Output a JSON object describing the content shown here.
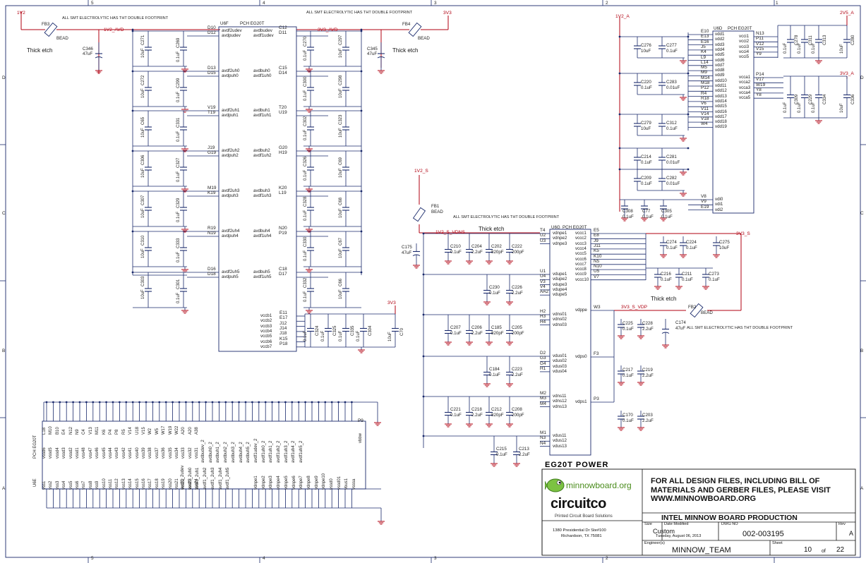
{
  "frame": {
    "col_labels": [
      "5",
      "4",
      "3",
      "2",
      "1"
    ],
    "row_labels": [
      "D",
      "C",
      "B",
      "A"
    ]
  },
  "notes": {
    "smt_double": "ALL SMT ELECTROLYTIC HAS THT DOUBLE FOOTPRINT",
    "thick_etch": "Thick etch"
  },
  "rails": {
    "v1v2": "1V2",
    "v1v2_avd": "1V2_AVD",
    "v3v3": "3V3",
    "v3v3_avd": "3V3_AVD",
    "v1v2_a": "1V2_A",
    "v2v5_a": "2V5_A",
    "v3v3_a": "3V3_A",
    "v1v2_s": "1V2_S",
    "v1v2_s_vdns": "1V2_S_VDNS",
    "v3v3_s": "3V3_S",
    "v3v3_s_vdp": "3V3_S_VDP"
  },
  "beads": {
    "fb3": "FB3",
    "fb4": "FB4",
    "fb1": "FB1",
    "fb2": "FB2",
    "bead": "BEAD"
  },
  "parts": {
    "u6f": "U6F",
    "u6d": "U6D",
    "u6g": "U6G",
    "u6e": "U6E",
    "pch": "PCH EG20T"
  },
  "left_caps": {
    "c346": "C346",
    "c346_val": "47uF",
    "c345": "C345",
    "c345_val": "47uF",
    "c175": "C175",
    "c175_val": "47uF",
    "c174": "C174",
    "c174_val": "47uF"
  },
  "u6f_pins_left": [
    {
      "ball": "D10",
      "name": "avdf2udev"
    },
    {
      "ball": "D12",
      "name": "avdpudev"
    },
    {
      "ball": "D13",
      "name": "avdf2uh0"
    },
    {
      "ball": "D15",
      "name": "avdpuh0"
    },
    {
      "ball": "V19",
      "name": "avdf2uh1"
    },
    {
      "ball": "T19",
      "name": "avdpuh1"
    },
    {
      "ball": "J19",
      "name": "avdf2uh2"
    },
    {
      "ball": "G19",
      "name": "avdpuh2"
    },
    {
      "ball": "M19",
      "name": "avdf2uh3"
    },
    {
      "ball": "K19",
      "name": "avdpuh3"
    },
    {
      "ball": "R19",
      "name": "avdf2uh4"
    },
    {
      "ball": "N19",
      "name": "avdpuh4"
    },
    {
      "ball": "D16",
      "name": "avdf2uh5"
    },
    {
      "ball": "D18",
      "name": "avdpuh5"
    }
  ],
  "u6f_pins_right": [
    {
      "ball": "C12",
      "name": "avdbudev"
    },
    {
      "ball": "D11",
      "name": "avdf1udev"
    },
    {
      "ball": "C15",
      "name": "avdbuh0"
    },
    {
      "ball": "D14",
      "name": "avdf1uh0"
    },
    {
      "ball": "T20",
      "name": "avdbuh1"
    },
    {
      "ball": "U19",
      "name": "avdf1uh1"
    },
    {
      "ball": "G20",
      "name": "avdbuh2"
    },
    {
      "ball": "H19",
      "name": "avdf1uh2"
    },
    {
      "ball": "K20",
      "name": "avdbuh3"
    },
    {
      "ball": "L19",
      "name": "avdf1uh3"
    },
    {
      "ball": "N20",
      "name": "avdbuh4"
    },
    {
      "ball": "P19",
      "name": "avdf1uh4"
    },
    {
      "ball": "C18",
      "name": "avdbuh5"
    },
    {
      "ball": "D17",
      "name": "avdf1uh5"
    }
  ],
  "u6f_vccb": [
    {
      "ball": "E11",
      "name": "vccb1"
    },
    {
      "ball": "E17",
      "name": "vccb2"
    },
    {
      "ball": "J12",
      "name": "vccb3"
    },
    {
      "ball": "J14",
      "name": "vccb4"
    },
    {
      "ball": "J18",
      "name": "vccb5"
    },
    {
      "ball": "K15",
      "name": "vccb6"
    },
    {
      "ball": "P18",
      "name": "vccb7"
    }
  ],
  "left_col_caps": [
    {
      "a": "10uF",
      "b": "C271",
      "c": "C269",
      "d": "0.1uF"
    },
    {
      "a": "10uF",
      "b": "C272",
      "c": "C299",
      "d": "0.1uF"
    },
    {
      "a": "10uF",
      "b": "C65",
      "c": "C331",
      "d": "0.1uF"
    },
    {
      "a": "10uF",
      "b": "C306",
      "c": "C327",
      "d": "0.1uF"
    },
    {
      "a": "10uF",
      "b": "C307",
      "c": "C329",
      "d": "0.1uF"
    },
    {
      "a": "10uF",
      "b": "C310",
      "c": "C333",
      "d": "0.1uF"
    },
    {
      "a": "10uF",
      "b": "C303",
      "c": "C301",
      "d": "0.1uF"
    }
  ],
  "right_col_caps": [
    {
      "a": "C270",
      "b": "0.1uF",
      "c": "10uF",
      "d": "C297"
    },
    {
      "a": "C300",
      "b": "0.1uF",
      "c": "10uF",
      "d": "C298"
    },
    {
      "a": "C302",
      "b": "0.1uF",
      "c": "10uF",
      "d": "C323"
    },
    {
      "a": "C326",
      "b": "0.1uF",
      "c": "10uF",
      "d": "C69"
    },
    {
      "a": "C328",
      "b": "0.1uF",
      "c": "10uF",
      "d": "C68"
    },
    {
      "a": "C330",
      "b": "0.1uF",
      "c": "10uF",
      "d": "C67"
    },
    {
      "a": "C332",
      "b": "0.1uF",
      "c": "10uF",
      "d": "C66"
    }
  ],
  "vccb_caps": [
    {
      "name": "C324",
      "val": "0.1uF"
    },
    {
      "name": "C325",
      "val": "0.1uF"
    },
    {
      "name": "C335",
      "val": "0.1uF"
    },
    {
      "name": "C304",
      "val": "0.1uF"
    },
    {
      "name": "C70",
      "val": "10uF"
    }
  ],
  "u6d_pins": [
    {
      "ball": "E10",
      "name": "vdd1"
    },
    {
      "ball": "E13",
      "name": "vdd2"
    },
    {
      "ball": "E16",
      "name": "vdd3"
    },
    {
      "ball": "J5",
      "name": "vdd4"
    },
    {
      "ball": "K4",
      "name": "vdd5"
    },
    {
      "ball": "L9",
      "name": "vdd6"
    },
    {
      "ball": "L14",
      "name": "vdd7"
    },
    {
      "ball": "M5",
      "name": "vdd8"
    },
    {
      "ball": "M9",
      "name": "vdd9"
    },
    {
      "ball": "M14",
      "name": "vdd10"
    },
    {
      "ball": "M18",
      "name": "vdd11"
    },
    {
      "ball": "P12",
      "name": "vdd12"
    },
    {
      "ball": "R4",
      "name": "vdd13"
    },
    {
      "ball": "R18",
      "name": "vdd14"
    },
    {
      "ball": "V6",
      "name": "vdd15"
    },
    {
      "ball": "V11",
      "name": "vdd16"
    },
    {
      "ball": "V14",
      "name": "vdd17"
    },
    {
      "ball": "V18",
      "name": "vdd18"
    },
    {
      "ball": "W4",
      "name": "vdd19"
    }
  ],
  "u6d_vdi": [
    {
      "ball": "V8",
      "name": "vdi0"
    },
    {
      "ball": "V9",
      "name": "vdi1"
    },
    {
      "ball": "E19",
      "name": "vdi2"
    }
  ],
  "u6d_vcci": [
    {
      "ball": "N13",
      "name": "vcci1"
    },
    {
      "ball": "P11",
      "name": "vcci2"
    },
    {
      "ball": "V12",
      "name": "vcci3"
    },
    {
      "ball": "V15",
      "name": "vcci4"
    },
    {
      "ball": "Y9",
      "name": "vcci5"
    }
  ],
  "u6d_vcca": [
    {
      "ball": "P14",
      "name": "vcca1"
    },
    {
      "ball": "V17",
      "name": "vcca2"
    },
    {
      "ball": "W19",
      "name": "vcca3"
    },
    {
      "ball": "Y8",
      "name": "vcca4"
    },
    {
      "ball": "Y8",
      "name": "vcca5"
    }
  ],
  "u6d_caps": [
    {
      "a": "C276",
      "b": "10uF",
      "c": "C277",
      "d": "0.1uF"
    },
    {
      "a": "C220",
      "b": "0.1uF",
      "c": "C283",
      "d": "0.01uF"
    },
    {
      "a": "C279",
      "b": "10uF",
      "c": "C312",
      "d": "0.1uF"
    },
    {
      "a": "C214",
      "b": "0.1uF",
      "c": "C281",
      "d": "0.01uF"
    },
    {
      "a": "C209",
      "b": "0.1uF",
      "c": "C282",
      "d": "0.01uF"
    }
  ],
  "u6d_bottom_caps": [
    {
      "name": "C308",
      "val": "0.1uF"
    },
    {
      "name": "C77",
      "val": "0.1uF"
    },
    {
      "name": "C305",
      "val": "0.1uF"
    }
  ],
  "vcci_caps": [
    {
      "name": "C278",
      "val": "0.1uF"
    },
    {
      "name": "C311",
      "val": "0.1uF"
    },
    {
      "name": "C313",
      "val": "0.1uF"
    },
    {
      "name": "C280",
      "val": "10uF"
    }
  ],
  "vcca_caps": [
    {
      "name": "C309",
      "val": "0.1uF"
    },
    {
      "name": "C229",
      "val": "0.1uF"
    },
    {
      "name": "C334",
      "val": "0.1uF"
    },
    {
      "name": "C336",
      "val": "10uF"
    }
  ],
  "u6g_groups": [
    {
      "pins": [
        {
          "ball": "T4",
          "name": "vdnpe1"
        },
        {
          "ball": "U2",
          "name": "vdnpe2"
        },
        {
          "ball": "U3",
          "name": "vdnpe3"
        }
      ]
    },
    {
      "pins": [
        {
          "ball": "U1",
          "name": "vdupe1"
        },
        {
          "ball": "U4",
          "name": "vdupe2"
        },
        {
          "ball": "V3",
          "name": "vdupe3"
        },
        {
          "ball": "V4",
          "name": "vdupe4"
        },
        {
          "ball": "AA2",
          "name": "vdupe5"
        }
      ]
    },
    {
      "pins": [
        {
          "ball": "H2",
          "name": "vdns01"
        },
        {
          "ball": "H3",
          "name": "vdns02"
        },
        {
          "ball": "H4",
          "name": "vdns03"
        }
      ]
    },
    {
      "pins": [
        {
          "ball": "D2",
          "name": "vdus01"
        },
        {
          "ball": "G3",
          "name": "vdus02"
        },
        {
          "ball": "G4",
          "name": "vdus03"
        },
        {
          "ball": "H1",
          "name": "vdus04"
        }
      ]
    },
    {
      "pins": [
        {
          "ball": "M2",
          "name": "vdns11"
        },
        {
          "ball": "M3",
          "name": "vdns12"
        },
        {
          "ball": "M4",
          "name": "vdns13"
        }
      ]
    },
    {
      "pins": [
        {
          "ball": "M1",
          "name": "vdus11"
        },
        {
          "ball": "N3",
          "name": "vdus12"
        },
        {
          "ball": "N4",
          "name": "vdus13"
        }
      ]
    }
  ],
  "u6g_right": [
    {
      "ball": "E5",
      "name": "vccc1"
    },
    {
      "ball": "E8",
      "name": "vccc2"
    },
    {
      "ball": "J9",
      "name": "vccc3"
    },
    {
      "ball": "J11",
      "name": "vccc4"
    },
    {
      "ball": "K5",
      "name": "vccc5"
    },
    {
      "ball": "K10",
      "name": "vccc6"
    },
    {
      "ball": "N5",
      "name": "vccc7"
    },
    {
      "ball": "N10",
      "name": "vccc8"
    },
    {
      "ball": "U5",
      "name": "vccc9"
    },
    {
      "ball": "V7",
      "name": "vccc10"
    }
  ],
  "u6g_vdp": [
    {
      "ball": "W3",
      "name": "vdppe"
    },
    {
      "ball": "F3",
      "name": "vdps0"
    },
    {
      "ball": "P3",
      "name": "vdps1"
    }
  ],
  "u6g_caps": [
    {
      "name": "C210",
      "val": "0.1uF"
    },
    {
      "name": "C204",
      "val": "2.2uF"
    },
    {
      "name": "C202",
      "val": "820pF"
    },
    {
      "name": "C222",
      "val": "200pF"
    },
    {
      "name": "C230",
      "val": "0.1uF"
    },
    {
      "name": "C226",
      "val": "2.2uF"
    },
    {
      "name": "C207",
      "val": "0.1uF"
    },
    {
      "name": "C206",
      "val": "2.2uF"
    },
    {
      "name": "C185",
      "val": "820pF"
    },
    {
      "name": "C205",
      "val": "200pF"
    },
    {
      "name": "C184",
      "val": "0.1uF"
    },
    {
      "name": "C223",
      "val": "2.2uF"
    },
    {
      "name": "C221",
      "val": "0.1uF"
    },
    {
      "name": "C218",
      "val": "2.2uF"
    },
    {
      "name": "C212",
      "val": "820pF"
    },
    {
      "name": "C208",
      "val": "200pF"
    },
    {
      "name": "C215",
      "val": "0.1uF"
    },
    {
      "name": "C213",
      "val": "2.2uF"
    }
  ],
  "vccc_caps": [
    {
      "name": "C274",
      "val": "0.1uF"
    },
    {
      "name": "C224",
      "val": "0.1uF"
    },
    {
      "name": "C275",
      "val": "10uF"
    },
    {
      "name": "C216",
      "val": "0.1uF"
    },
    {
      "name": "C211",
      "val": "0.1uF"
    },
    {
      "name": "C273",
      "val": "0.1uF"
    }
  ],
  "vdp_caps": [
    {
      "name": "C225",
      "val": "0.1uF"
    },
    {
      "name": "C228",
      "val": "2.2uF"
    },
    {
      "name": "C217",
      "val": "0.1uF"
    },
    {
      "name": "C219",
      "val": "2.2uF"
    },
    {
      "name": "C170",
      "val": "0.1uF"
    },
    {
      "name": "C203",
      "val": "2.2uF"
    }
  ],
  "u6e": {
    "top_pins": [
      "L18",
      "M10",
      "B10",
      "E4",
      "N12",
      "N9",
      "C4",
      "V13",
      "M11",
      "K6",
      "P4",
      "P8",
      "R5",
      "V14",
      "U18",
      "V15",
      "W2",
      "W5",
      "W17",
      "W19",
      "W22",
      "A20",
      "A20",
      "A38"
    ],
    "top_names": [
      "vssd6",
      "vssd5",
      "vssd4",
      "vssd3",
      "vssd2",
      "vssd1",
      "vss48",
      "vss47",
      "vss46",
      "vss45",
      "vss44",
      "vss43",
      "vss42",
      "vss41",
      "vss40",
      "vss39",
      "vss38",
      "vss37",
      "vss36",
      "vss35",
      "vss34",
      "vss33",
      "vss32",
      "vss31",
      "vss30",
      "vss29",
      "vss28",
      "vss27",
      "vss26",
      "vss25"
    ],
    "top_mid": [
      "avdbudev_2",
      "avdbuh0_2",
      "avdbuh1_2",
      "avdbuh2_2",
      "avdbuh3_2",
      "avdbuh4_2",
      "avdbuh5_2",
      "avdf1udev_2",
      "avdf1uh0_2",
      "avdf1uh1_2",
      "avdf1uh2_2",
      "avdf1uh3_2",
      "avdf1uh4_2",
      "avdf1uh5_2"
    ],
    "bot_names": [
      "vss1",
      "vss2",
      "vss3",
      "vss4",
      "vss5",
      "vss6",
      "vss7",
      "vss8",
      "vss9",
      "vss10",
      "vss11",
      "vss12",
      "vss13",
      "vss14",
      "vss15",
      "vss16",
      "vss17",
      "vss18",
      "vss19",
      "vss20",
      "vss21",
      "vss22",
      "vss23",
      "vss24"
    ],
    "bot_mid": [
      "avdf1_2udev",
      "avdf1_2uh0",
      "avdf1_2uh1",
      "avdf1_2uh2",
      "avdf1_2uh3",
      "avdf1_2uh4",
      "avdf1_2uh5"
    ],
    "bot_r": [
      "vdnpe1",
      "vdnpe2",
      "vdnpe3",
      "vdnpe4",
      "vdnpe5",
      "vdnpe6",
      "vdnpe7",
      "vdnpe8",
      "vdnpe9",
      "vdnpe10",
      "vssd0",
      "vssd01",
      "vbus1",
      "vsssa"
    ],
    "vbbw": "vbbw",
    "pin_p9": "P9"
  },
  "title_block": {
    "sheet_title": "EG20T POWER",
    "logo1": "minnowboard.org",
    "logo2": "circuitco",
    "logo2_sub": "Printed Circuit Board Solutions",
    "address1": "1380 Presidential Dr Ste#100",
    "address2": "Richardson, TX 75081",
    "design_files": "FOR ALL DESIGN FILES, INCLUDING BILL OF MATERIALS AND GERBER FILES, PLEASE VISIT WWW.MINNOWBOARD.ORG",
    "company": "INTEL MINNOW BOARD PRODUCTION",
    "size_label": "Size",
    "size_value": "Custom",
    "date_label": "Date Modified",
    "date_value": "Tuesday, August 06, 2013",
    "dwg_label": "DWG NO",
    "dwg_value": "002-003195",
    "rev_label": "Rev",
    "rev_value": "A",
    "eng_label": "Engineer(s)",
    "eng_value": "MINNOW_TEAM",
    "sheet_label": "Sheet",
    "sheet_value": "10",
    "of_label": "of",
    "of_value": "22"
  }
}
